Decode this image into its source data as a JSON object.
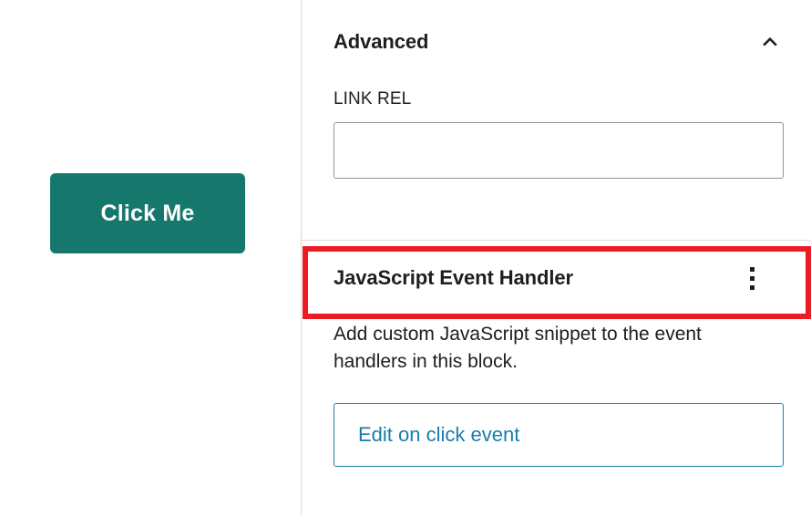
{
  "canvas": {
    "button": {
      "label": "Click Me",
      "bg_color": "#16786d",
      "text_color": "#ffffff"
    }
  },
  "sidebar": {
    "advanced_panel": {
      "title": "Advanced",
      "toggle_icon": "chevron-up-icon",
      "fields": [
        {
          "label": "LINK REL",
          "value": "",
          "placeholder": ""
        }
      ]
    },
    "js_event_handler_panel": {
      "title": "JavaScript Event Handler",
      "menu_icon": "kebab-menu-icon",
      "description": "Add custom JavaScript snippet to the event handlers in this block.",
      "action_button": {
        "label": "Edit on click event",
        "color": "#1a7dab"
      }
    }
  },
  "annotation": {
    "color": "#ed1c24",
    "target": "JavaScript Event Handler"
  }
}
